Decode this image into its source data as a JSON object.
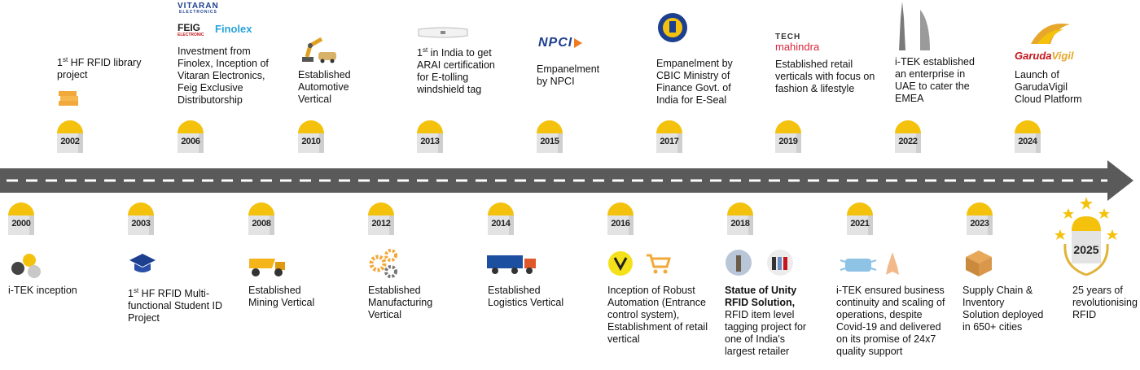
{
  "timeline_top": [
    {
      "year": "2002",
      "pre": "1",
      "sup": "st",
      "text": " HF RFID library project"
    },
    {
      "year": "2006",
      "text": "Investment from Finolex, Inception of Vitaran Electronics, Feig Exclusive Distributorship"
    },
    {
      "year": "2010",
      "text": "Established Automotive Vertical"
    },
    {
      "year": "2013",
      "pre": "1",
      "sup": "st",
      "text": " in India to get ARAI certification for E-tolling windshield tag"
    },
    {
      "year": "2015",
      "text": "Empanelment by NPCI"
    },
    {
      "year": "2017",
      "text": "Empanelment by CBIC Ministry of Finance Govt. of India for E-Seal"
    },
    {
      "year": "2019",
      "text": "Established retail verticals with focus on fashion & lifestyle"
    },
    {
      "year": "2022",
      "text": "i-TEK established an enterprise in UAE to cater the EMEA"
    },
    {
      "year": "2024",
      "text": "Launch of GarudaVigil Cloud Platform"
    }
  ],
  "timeline_bottom": [
    {
      "year": "2000",
      "text": "i-TEK inception"
    },
    {
      "year": "2003",
      "pre": "1",
      "sup": "st",
      "text": " HF RFID Multi-functional Student ID Project"
    },
    {
      "year": "2008",
      "text": "Established Mining Vertical"
    },
    {
      "year": "2012",
      "text": "Established Manufacturing Vertical"
    },
    {
      "year": "2014",
      "text": "Established Logistics Vertical"
    },
    {
      "year": "2016",
      "text": "Inception of Robust Automation (Entrance control system), Establishment of retail vertical"
    },
    {
      "year": "2018",
      "bold": "Statue of Unity RFID Solution,",
      "text": " RFID item level tagging project for one of India's largest retailer"
    },
    {
      "year": "2021",
      "text": "i-TEK ensured business continuity and scaling of operations, despite Covid-19 and delivered on its promise of 24x7 quality support"
    },
    {
      "year": "2023",
      "text": "Supply Chain & Inventory Solution deployed in 650+ cities"
    }
  ],
  "finale": {
    "year": "2025",
    "text": "25 years of revolutionising RFID"
  },
  "logos": {
    "vitaran": "VITARAN",
    "vitaran_sub": "ELECTRONICS",
    "feig": "FEIG",
    "feig_sub": "ELECTRONIC",
    "finolex": "Finolex",
    "npci": "NPCI",
    "tech": "TECH",
    "mahindra": "mahindra",
    "garuda": "Garuda",
    "vigil": "Vigil"
  },
  "colors": {
    "accent": "#f4c20d",
    "road": "#555555",
    "finolex": "#2aa3d9",
    "mahindra": "#d9263a",
    "garuda": "#c4161c",
    "npci": "#1d3f8f"
  }
}
